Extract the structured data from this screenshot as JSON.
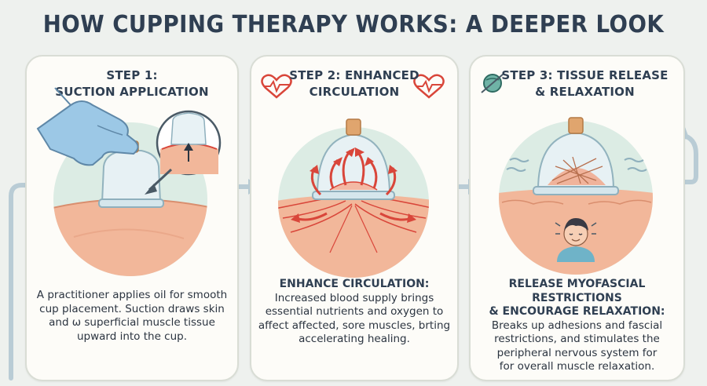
{
  "title": "HOW CUPPING THERAPY WORKS: A DEEPER LOOK",
  "steps": [
    {
      "heading_line1": "STEP 1:",
      "heading_line2": "SUCTION APPLICATION",
      "description_lines": [
        "A practitioner applies oil for smooth",
        "cup placement. Suction draws skin",
        "and ω superficial muscle tissue",
        "upward into the cup."
      ]
    },
    {
      "heading_line1": "STEP 2: ENHANCED",
      "heading_line2": "CIRCULATION",
      "description_heading": "ENHANCE CIRCULATION:",
      "description_lines": [
        "Increased blood supply brings",
        "essential nutrients and oxygen to",
        "affect affected, sore muscles, brting",
        "accelerating healing."
      ]
    },
    {
      "heading_line1": "STEP 3: TISSUE RELEASE",
      "heading_line2": "& RELAXATION",
      "description_heading_line1": "RELEASE MYOFASCIAL RESTRICTIONS",
      "description_heading_line2": "& ENCOURAGE RELAXATION:",
      "description_lines": [
        "Breaks up adhesions and fascial",
        "restrictions, and stimulates the",
        "peripheral  nervous system for",
        "for overall muscle relaxation."
      ]
    }
  ],
  "icons": [
    "gloved-hand-icon",
    "heart-pulse-icon",
    "massage-ball-icon",
    "relaxed-face-icon",
    "flow-arrow-icon"
  ],
  "colors": {
    "background": "#eef1ee",
    "title": "#2f3f52",
    "skin": "#f2b79a",
    "circle": "#dcece4",
    "blood": "#d9463a",
    "arrow": "#a9c4cf"
  }
}
